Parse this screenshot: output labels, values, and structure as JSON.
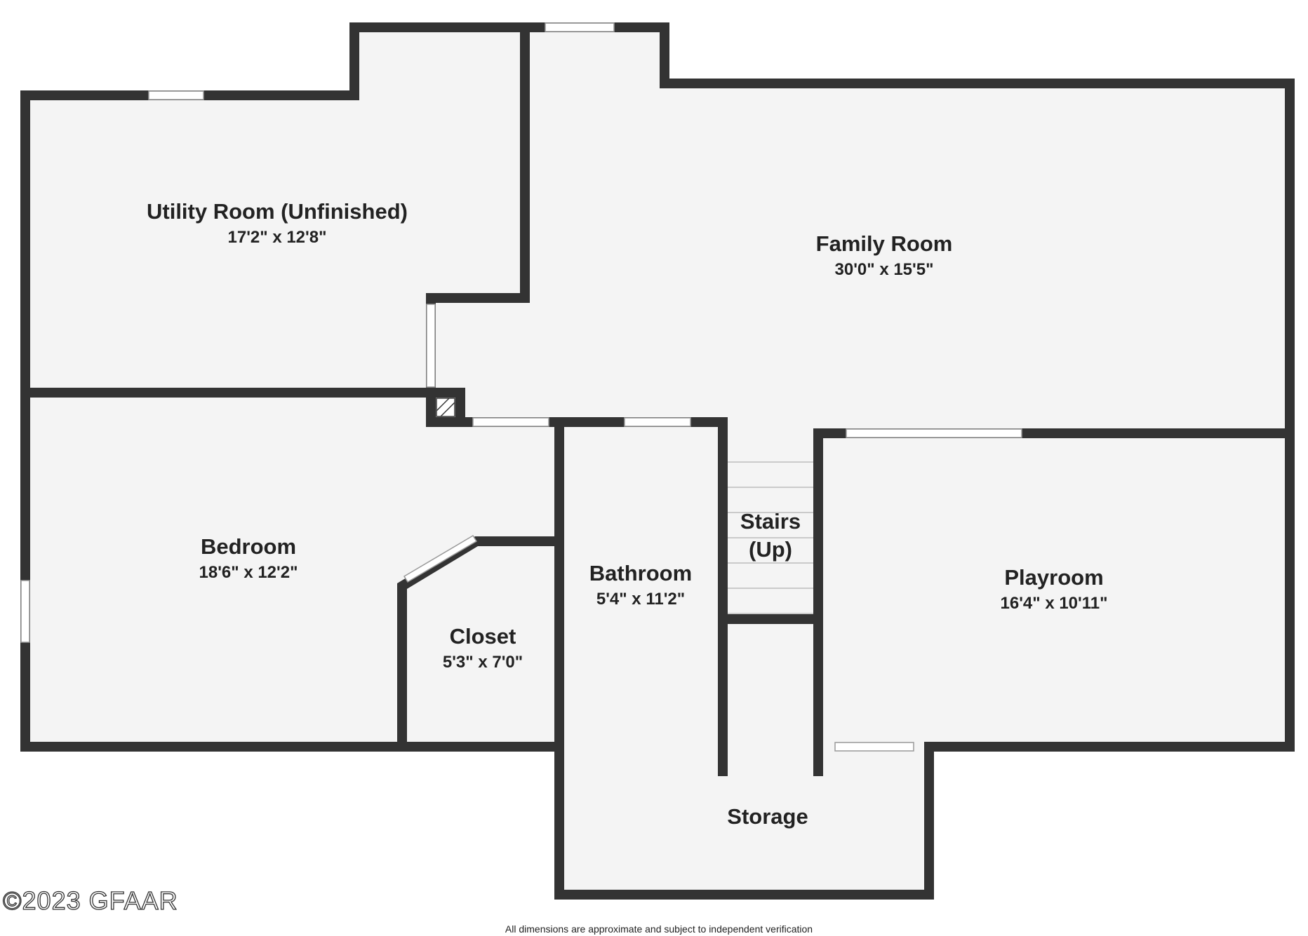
{
  "rooms": {
    "utility": {
      "name": "Utility Room (Unfinished)",
      "dims": "17'2\" x 12'8\""
    },
    "family": {
      "name": "Family Room",
      "dims": "30'0\" x 15'5\""
    },
    "bedroom": {
      "name": "Bedroom",
      "dims": "18'6\" x 12'2\""
    },
    "closet": {
      "name": "Closet",
      "dims": "5'3\" x 7'0\""
    },
    "bathroom": {
      "name": "Bathroom",
      "dims": "5'4\" x 11'2\""
    },
    "stairs": {
      "name_line1": "Stairs",
      "name_line2": "(Up)"
    },
    "playroom": {
      "name": "Playroom",
      "dims": "16'4\" x 10'11\""
    },
    "storage": {
      "name": "Storage"
    }
  },
  "watermark": "©2023 GFAAR",
  "disclaimer": "All dimensions are approximate and subject to independent verification",
  "colors": {
    "wall": "#333333",
    "floor": "#f4f4f4",
    "background": "#ffffff"
  }
}
